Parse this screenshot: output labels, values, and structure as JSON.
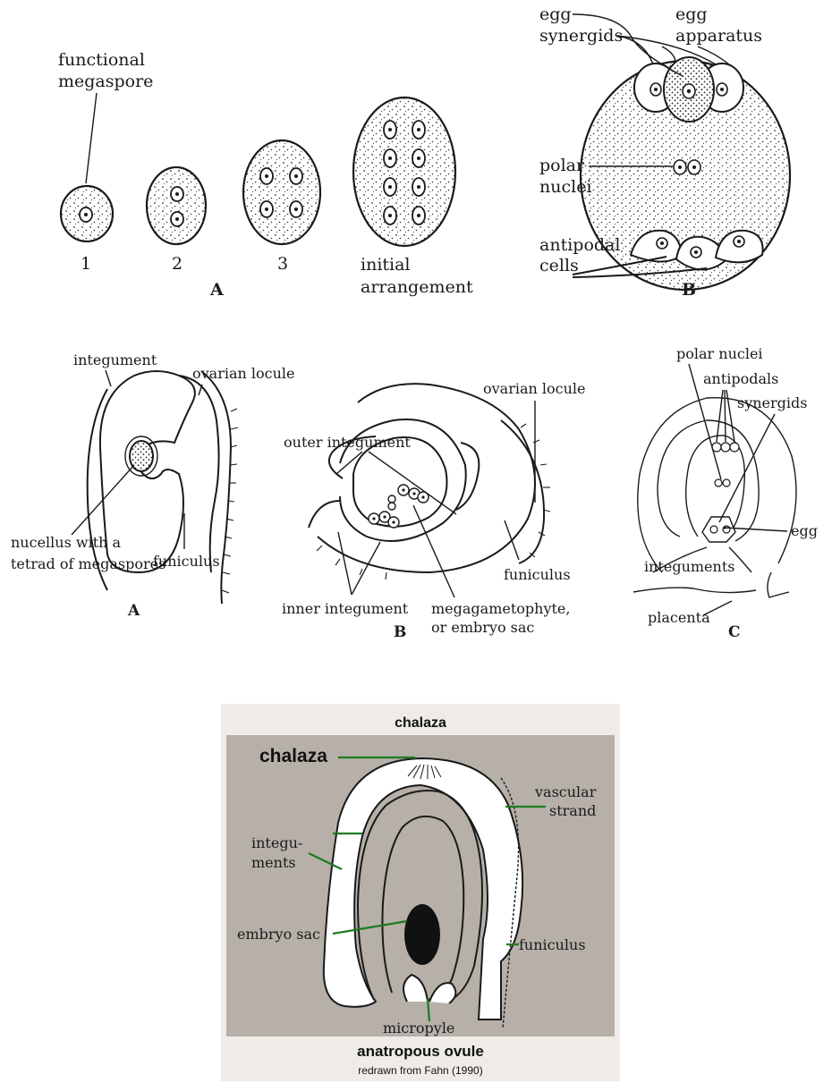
{
  "panel_top_left": {
    "label_functional": "functional",
    "label_megaspore": "megaspore",
    "stage_1": "1",
    "stage_2": "2",
    "stage_3": "3",
    "label_initial": "initial",
    "label_arrangement": "arrangement",
    "panel_letter": "A"
  },
  "panel_top_right": {
    "label_egg": "egg",
    "label_synergids": "synergids",
    "label_egg2": "egg",
    "label_apparatus": "apparatus",
    "label_polar": "polar",
    "label_nuclei": "nuclei",
    "label_antipodal": "antipodal",
    "label_cells": "cells",
    "panel_letter": "B"
  },
  "panel_mid_a": {
    "label_integument": "integument",
    "label_ovarian_locule": "ovarian locule",
    "label_nucellus_1": "nucellus with a",
    "label_nucellus_2": "tetrad of megaspores",
    "label_funiculus": "funiculus",
    "panel_letter": "A"
  },
  "panel_mid_b": {
    "label_outer_integument": "outer integument",
    "label_ovarian_locule": "ovarian locule",
    "label_funiculus": "funiculus",
    "label_inner_integument": "inner integument",
    "label_megagametophyte_1": "megagametophyte,",
    "label_megagametophyte_2": "or embryo sac",
    "panel_letter": "B"
  },
  "panel_mid_c": {
    "label_polar_nuclei": "polar nuclei",
    "label_antipodals": "antipodals",
    "label_synergids": "synergids",
    "label_egg": "egg",
    "label_integuments": "integuments",
    "label_placenta": "placenta",
    "panel_letter": "C"
  },
  "panel_bottom": {
    "title_top": "chalaza",
    "label_chalaza": "chalaza",
    "label_vascular": "vascular",
    "label_strand": "strand",
    "label_integu": "integu-",
    "label_ments": "ments",
    "label_embryo_sac": "embryo sac",
    "label_funiculus": "funiculus",
    "label_micropyle": "micropyle",
    "title_bottom": "anatropous ovule",
    "credit": "redrawn from Fahn (1990)",
    "frame_color": "#efece8",
    "inner_color": "#b6b0a9"
  }
}
